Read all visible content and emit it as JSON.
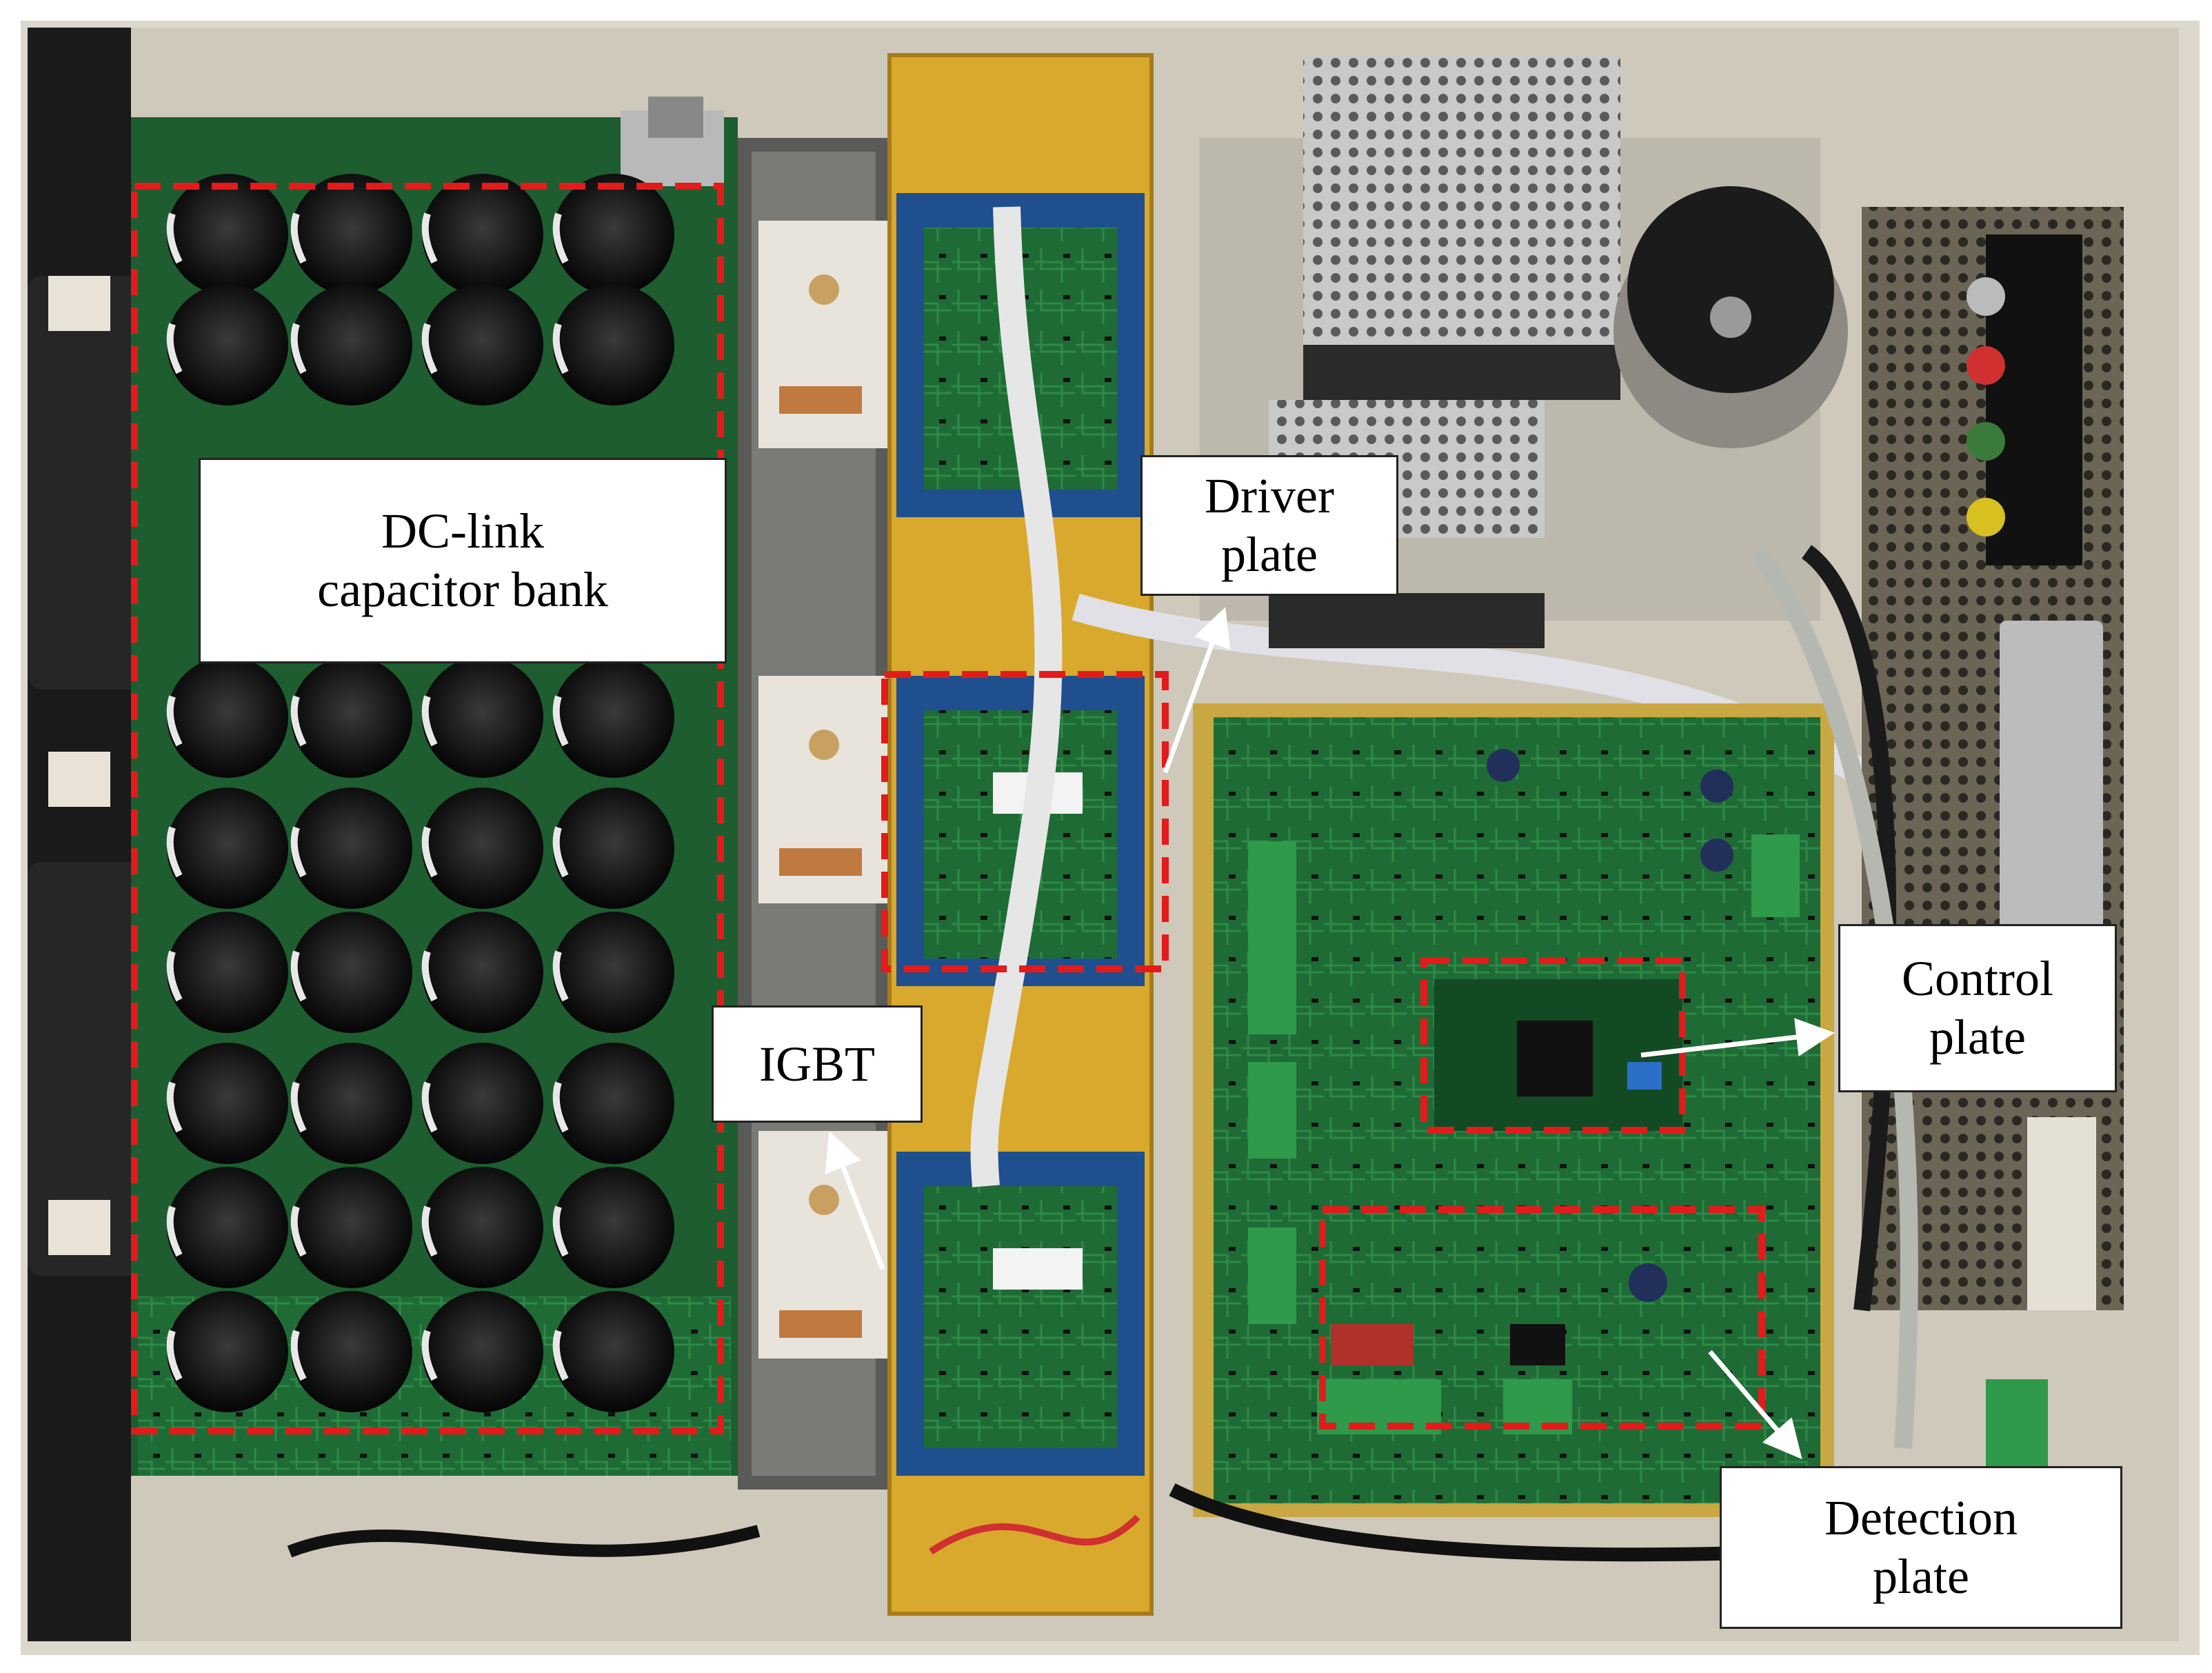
{
  "labels": {
    "dc_link": {
      "line1": "DC-link",
      "line2": "capacitor bank"
    },
    "driver": {
      "line1": "Driver",
      "line2": "plate"
    },
    "igbt": {
      "line1": "IGBT"
    },
    "control": {
      "line1": "Control",
      "line2": "plate"
    },
    "detection": {
      "line1": "Detection",
      "line2": "plate"
    }
  },
  "colors": {
    "highlight_dashes": "#e31b1b",
    "arrow": "#ffffff",
    "enclosure": "#ddd8cc",
    "pcb_green": "#1f6b35",
    "pcb_blue": "#1f4f8f",
    "busbar_yellow": "#d8a92c"
  }
}
